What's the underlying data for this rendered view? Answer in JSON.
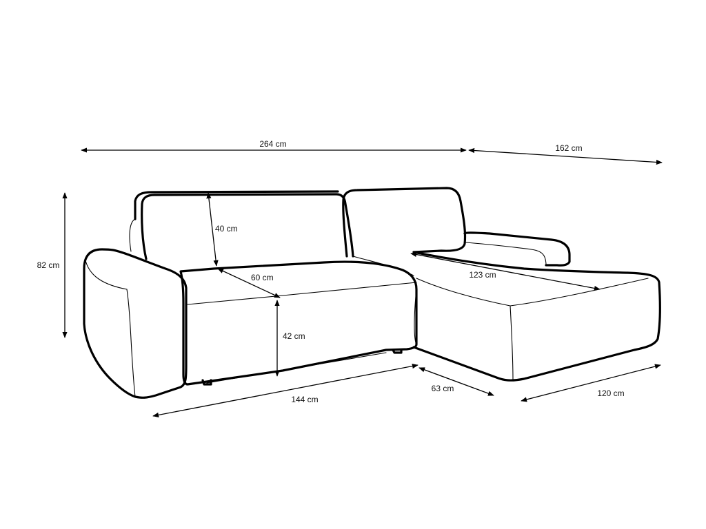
{
  "diagram": {
    "dimensions": {
      "overall_width": "264 cm",
      "chaise_length": "162 cm",
      "height": "82 cm",
      "backrest_height": "40 cm",
      "seat_depth": "60 cm",
      "seat_height": "42 cm",
      "chaise_depth": "123 cm",
      "sofa_width": "144 cm",
      "armrest_to_chaise": "63 cm",
      "chaise_width": "120 cm"
    }
  }
}
